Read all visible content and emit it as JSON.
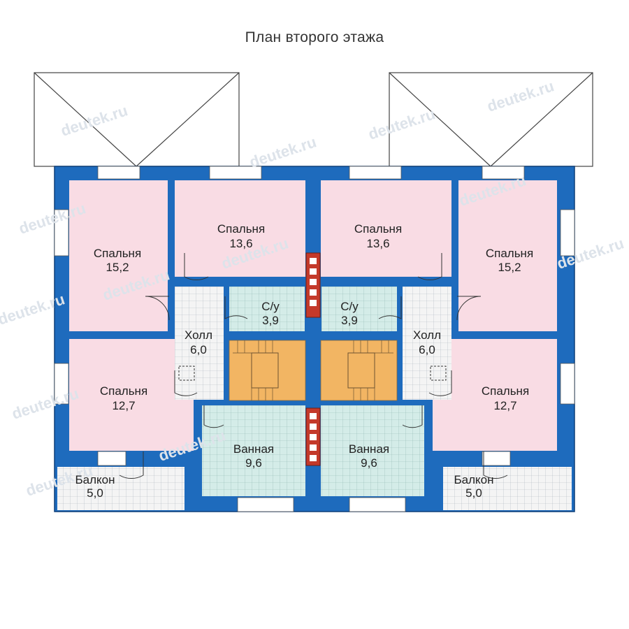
{
  "title": "План второго этажа",
  "watermark": "deutek.ru",
  "colors": {
    "wall": "#1e6bbd",
    "wall_edge": "#0d3f79",
    "bedroom": "#f9dce4",
    "wet": "#d4ece8",
    "hall": "#f4f4f4",
    "stair": "#f2b563",
    "chimney": "#c4392a",
    "window": "#ffffff"
  },
  "rooms": [
    {
      "id": "bedroom-1",
      "name": "Спальня",
      "area": "15,2"
    },
    {
      "id": "bedroom-2",
      "name": "Спальня",
      "area": "13,6"
    },
    {
      "id": "bedroom-3",
      "name": "Спальня",
      "area": "13,6"
    },
    {
      "id": "bedroom-4",
      "name": "Спальня",
      "area": "15,2"
    },
    {
      "id": "wc-left",
      "name": "С/у",
      "area": "3,9"
    },
    {
      "id": "wc-right",
      "name": "С/у",
      "area": "3,9"
    },
    {
      "id": "hall-left",
      "name": "Холл",
      "area": "6,0"
    },
    {
      "id": "hall-right",
      "name": "Холл",
      "area": "6,0"
    },
    {
      "id": "bedroom-5",
      "name": "Спальня",
      "area": "12,7"
    },
    {
      "id": "bedroom-6",
      "name": "Спальня",
      "area": "12,7"
    },
    {
      "id": "bath-left",
      "name": "Ванная",
      "area": "9,6"
    },
    {
      "id": "bath-right",
      "name": "Ванная",
      "area": "9,6"
    },
    {
      "id": "balcony-left",
      "name": "Балкон",
      "area": "5,0"
    },
    {
      "id": "balcony-right",
      "name": "Балкон",
      "area": "5,0"
    }
  ]
}
